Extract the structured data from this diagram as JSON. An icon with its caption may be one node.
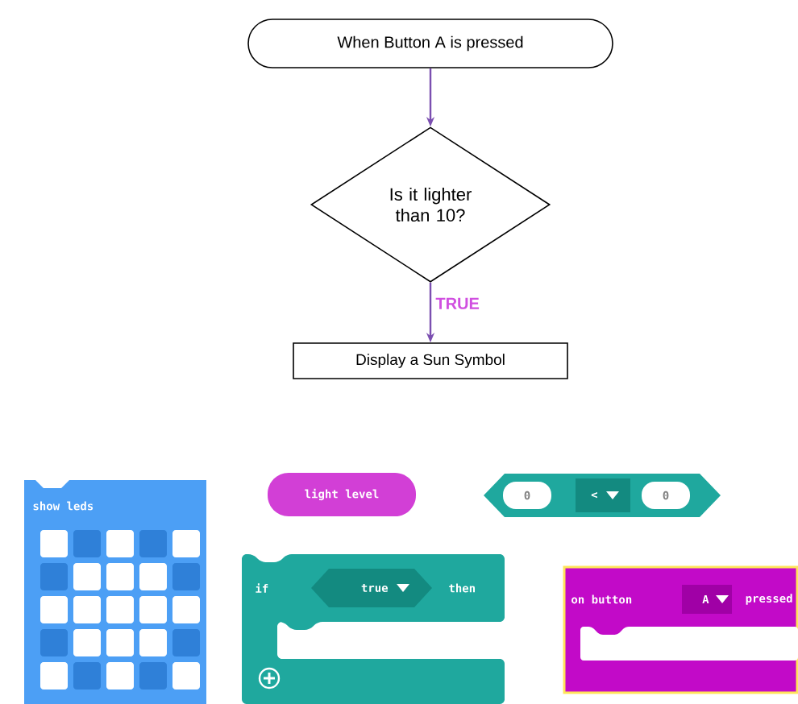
{
  "diagram": {
    "nodes": [
      {
        "text": [
          "When Button A is pressed"
        ]
      },
      {
        "text": [
          "Is it lighter than 10?"
        ]
      },
      {
        "text": [
          "Display a Sun Symbol"
        ]
      },
      {
        "text": [
          "show leds"
        ]
      },
      {
        "text": [
          "light level"
        ]
      },
      {
        "text": [
          "0",
          "<",
          "0"
        ]
      },
      {
        "text": [
          "if",
          "true",
          "then"
        ]
      },
      {
        "text": [
          "on button",
          "A",
          "pressed"
        ]
      }
    ],
    "edges": [
      {
        "from": 0,
        "to": 1,
        "arrow": "to"
      },
      {
        "from": 1,
        "to": 2,
        "arrow": "to",
        "label": "TRUE"
      }
    ]
  }
}
